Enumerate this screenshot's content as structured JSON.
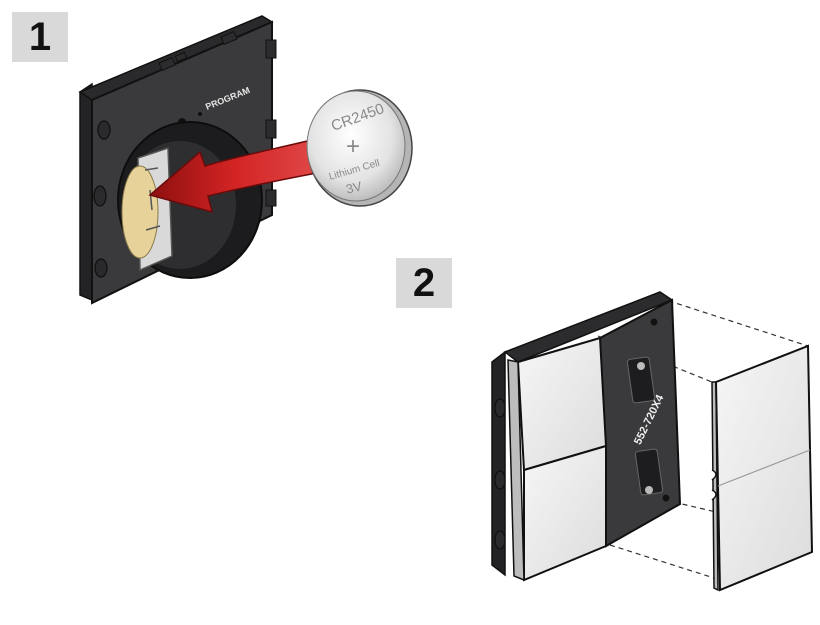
{
  "steps": [
    {
      "number": "1"
    },
    {
      "number": "2"
    }
  ],
  "step1": {
    "program_label": "PROGRAM",
    "battery": {
      "model": "CR2450",
      "plus_symbol": "+",
      "type_label": "Lithium Cell",
      "voltage": "3V"
    }
  },
  "step2": {
    "model_number": "552-720X4"
  },
  "colors": {
    "housing": "#3a3a3c",
    "arrow": "#cc1f1f",
    "rocker": "#eeeeee",
    "battery": "#d8d8d8"
  }
}
